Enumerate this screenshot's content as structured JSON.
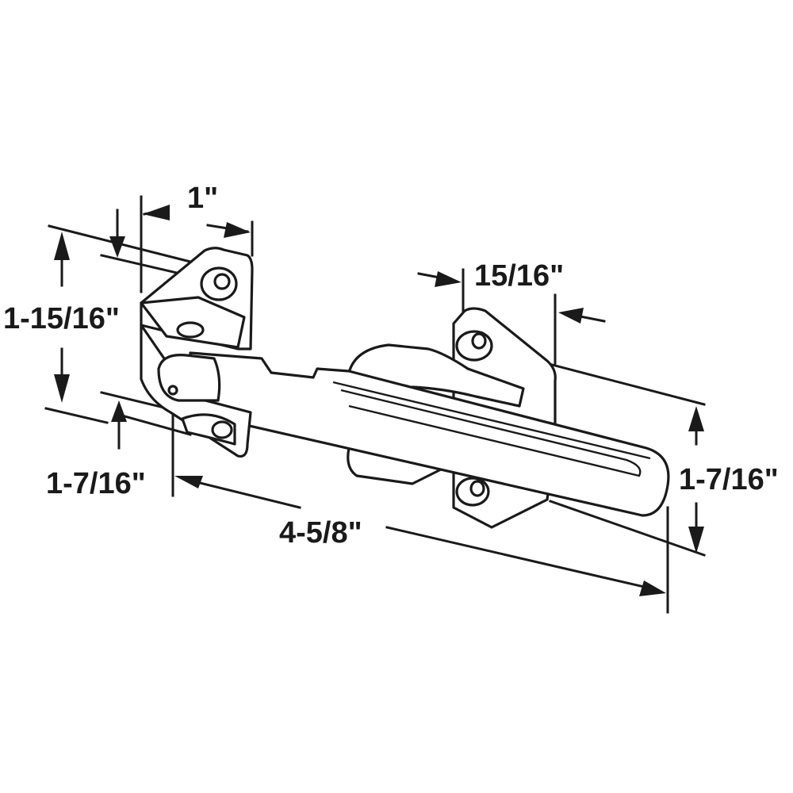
{
  "dimensions": {
    "width_top": "1\"",
    "height_left": "1-15/16\"",
    "offset_left": "1-7/16\"",
    "strike_width": "15/16\"",
    "strike_height": "1-7/16\"",
    "overall_length": "4-5/8\""
  },
  "colors": {
    "line": "#1a1a1a",
    "background": "#ffffff"
  }
}
